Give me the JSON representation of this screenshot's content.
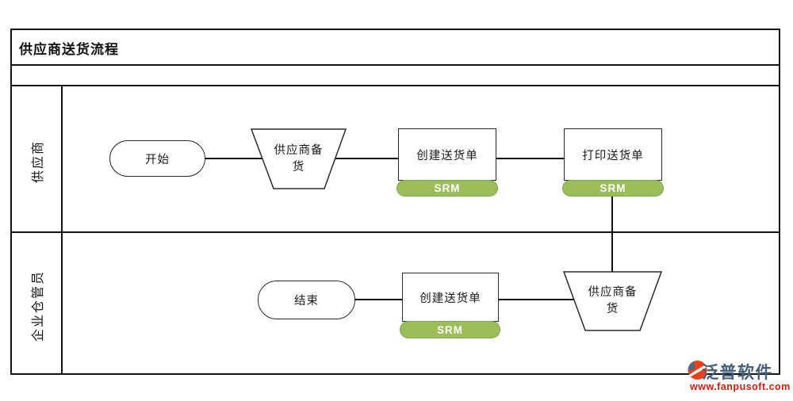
{
  "header": {
    "title": "供应商送货流程"
  },
  "lanes": [
    {
      "label": "供应商"
    },
    {
      "label": "企业仓管员"
    }
  ],
  "nodes": {
    "start": {
      "label": "开始",
      "shape": "stadium"
    },
    "prep1": {
      "label": "供应商备货",
      "shape": "trapezoid"
    },
    "create1": {
      "label": "创建送货单",
      "badge": "SRM",
      "shape": "process"
    },
    "print1": {
      "label": "打印送货单",
      "badge": "SRM",
      "shape": "process"
    },
    "end": {
      "label": "结束",
      "shape": "stadium"
    },
    "create2": {
      "label": "创建送货单",
      "badge": "SRM",
      "shape": "process"
    },
    "prep2": {
      "label": "供应商备货",
      "shape": "trapezoid"
    }
  },
  "colors": {
    "line": "#151515",
    "badge_fill": "#9cbe5a",
    "badge_border": "#7fa24d",
    "badge_text": "#ffffff",
    "logo_name": "#44607a",
    "logo_url": "#d61c0c",
    "logo_icon": "#e8401c"
  },
  "logo": {
    "name": "泛普软件",
    "url": "www.fanpusoft.com"
  }
}
